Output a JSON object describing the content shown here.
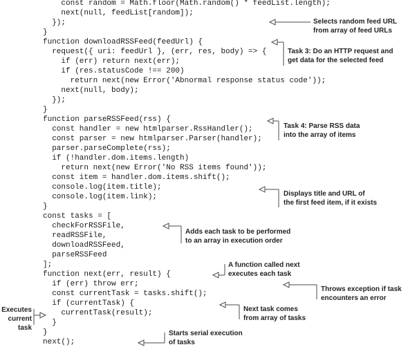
{
  "listing": {
    "lines": [
      "    const random = Math.floor(Math.random() * feedList.length);",
      "    next(null, feedList[random]);",
      "  });",
      "}",
      "function downloadRSSFeed(feedUrl) {",
      "  request({ uri: feedUrl }, (err, res, body) => {",
      "    if (err) return next(err);",
      "    if (res.statusCode !== 200)",
      "      return next(new Error('Abnormal response status code'));",
      "    next(null, body);",
      "  });",
      "}",
      "function parseRSSFeed(rss) {",
      "  const handler = new htmlparser.RssHandler();",
      "  const parser = new htmlparser.Parser(handler);",
      "  parser.parseComplete(rss);",
      "  if (!handler.dom.items.length)",
      "    return next(new Error('No RSS items found'));",
      "  const item = handler.dom.items.shift();",
      "  console.log(item.title);",
      "  console.log(item.link);",
      "}",
      "const tasks = [",
      "  checkForRSSFile,",
      "  readRSSFile,",
      "  downloadRSSFeed,",
      "  parseRSSFeed",
      "];",
      "function next(err, result) {",
      "  if (err) throw err;",
      "  const currentTask = tasks.shift();",
      "  if (currentTask) {",
      "    currentTask(result);",
      "  }",
      "}",
      "next();"
    ]
  },
  "callouts": {
    "selects_random_feed": [
      "Selects random feed URL",
      "from array of feed URLs"
    ],
    "task3": [
      "Task 3: Do an HTTP request and",
      "get data for the selected feed"
    ],
    "task4": [
      "Task 4: Parse RSS data",
      "into the array of items"
    ],
    "displays_title": [
      "Displays title and URL of",
      "the first feed item, if it exists"
    ],
    "adds_each_task": [
      "Adds each task to be performed",
      "to an array in execution order"
    ],
    "function_next": [
      "A function called next",
      "executes each task"
    ],
    "throws_exception": [
      "Throws exception if task",
      "encounters an error"
    ],
    "next_task": [
      "Next task comes",
      "from array of tasks"
    ],
    "executes_current_task": [
      "Executes",
      "current",
      "task"
    ],
    "starts_serial_execution": [
      "Starts serial execution",
      "of tasks"
    ]
  }
}
